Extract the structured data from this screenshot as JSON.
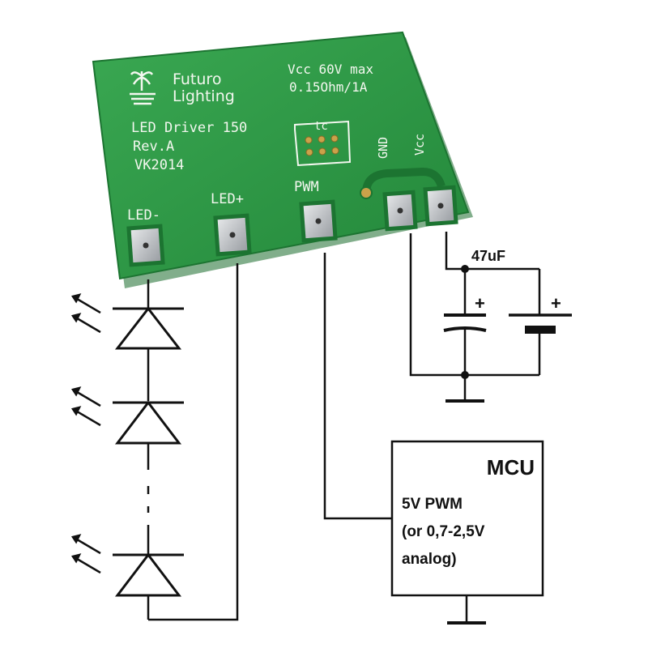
{
  "board": {
    "brand_line1": "Futuro",
    "brand_line2": "Lighting",
    "spec_line1": "Vcc 60V max",
    "spec_line2": "0.15Ohm/1A",
    "model": "LED Driver 150",
    "revision": "Rev.A",
    "code": "VK2014",
    "connector_label": "tc",
    "pads": {
      "led_minus": "LED-",
      "led_plus": "LED+",
      "pwm": "PWM",
      "gnd": "GND",
      "vcc": "Vcc"
    },
    "color": "#2e9a45"
  },
  "schematic": {
    "capacitor_label": "47uF",
    "plus_sign": "+",
    "mcu": {
      "title": "MCU",
      "line1": "5V PWM",
      "line2": "(or 0,7-2,5V",
      "line3": "analog)"
    }
  }
}
